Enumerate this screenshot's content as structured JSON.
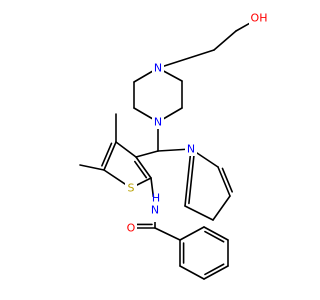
{
  "colors": {
    "bond": "#000000",
    "carbon": "#000000",
    "nitrogen": "#0000ff",
    "oxygen": "#ff0000",
    "sulfur": "#b8a000"
  },
  "labels": {
    "hydroxyl": "OH",
    "piperazine_n_top": "N",
    "piperazine_n_bottom": "N",
    "pyridine_n": "N",
    "thiophene_s": "S",
    "amide_nh": "N",
    "amide_h": "H",
    "carbonyl_o": "O"
  }
}
